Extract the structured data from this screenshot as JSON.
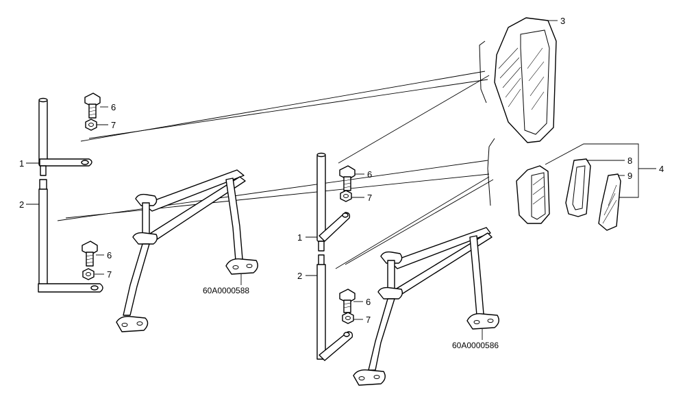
{
  "callouts": {
    "part_1": "1",
    "part_2": "2",
    "part_3": "3",
    "part_4": "4",
    "part_6": "6",
    "part_7": "7",
    "part_8": "8",
    "part_9": "9"
  },
  "drawing_codes": {
    "left_assembly": "60A0000588",
    "right_assembly": "60A0000586"
  },
  "colors": {
    "line": "#000000",
    "background": "#ffffff"
  }
}
